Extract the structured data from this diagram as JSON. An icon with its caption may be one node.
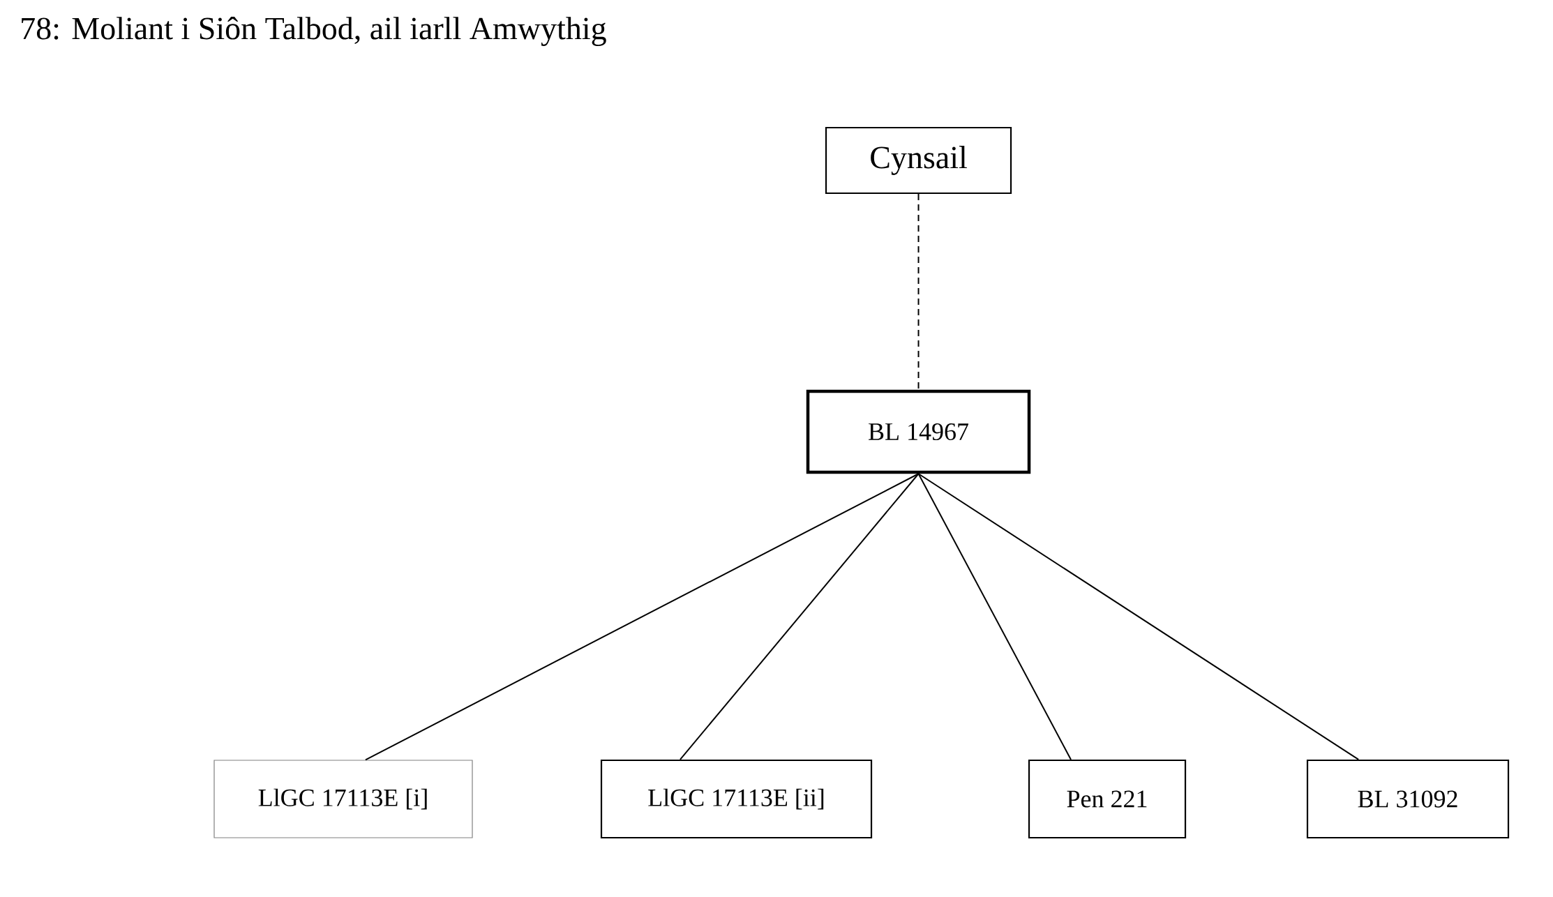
{
  "diagram": {
    "title": "78: Moliant i Siôn Talbod, ail iarll Amwythig",
    "nodes": [
      {
        "text": [
          "Cynsail"
        ]
      },
      {
        "text": [
          "BL 14967"
        ]
      },
      {
        "text": [
          "LlGC 17113E [i]"
        ]
      },
      {
        "text": [
          "LlGC 17113E [ii]"
        ]
      },
      {
        "text": [
          "Pen 221"
        ]
      },
      {
        "text": [
          "BL 31092"
        ]
      }
    ],
    "edges": [
      {
        "from": 0,
        "to": 1,
        "arrow": "none",
        "style": "dashed"
      },
      {
        "from": 1,
        "to": 2,
        "arrow": "none"
      },
      {
        "from": 1,
        "to": 3,
        "arrow": "none"
      },
      {
        "from": 1,
        "to": 4,
        "arrow": "none"
      },
      {
        "from": 1,
        "to": 5,
        "arrow": "none"
      }
    ]
  }
}
